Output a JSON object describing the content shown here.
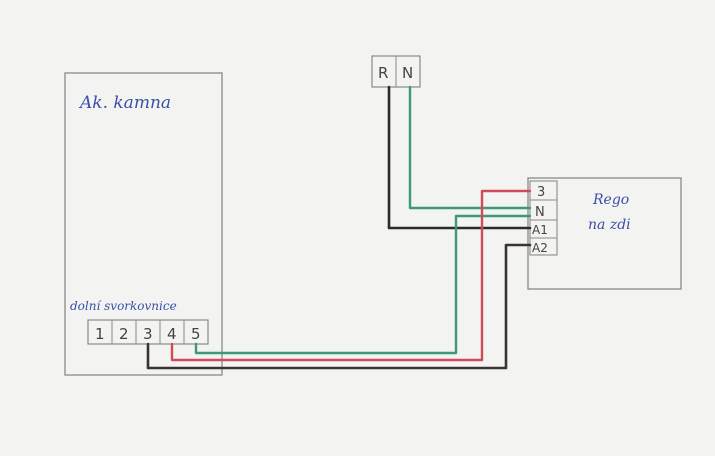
{
  "heater": {
    "label": "Ak. kamna"
  },
  "terminal_block": {
    "label": "dolní svorkovnice",
    "terminals": [
      "1",
      "2",
      "3",
      "4",
      "5"
    ]
  },
  "supply": {
    "terminals": [
      "R",
      "N"
    ]
  },
  "controller": {
    "label_line1": "Rego",
    "label_line2": "na zdi",
    "terminals": [
      "3",
      "N",
      "A1",
      "A2"
    ]
  },
  "colors": {
    "wire_black": "#2e2a2b",
    "wire_green": "#3c9a74",
    "wire_red": "#d04a5c",
    "box_stroke": "#8a8a8a",
    "label_ink": "#3a4fa8"
  }
}
